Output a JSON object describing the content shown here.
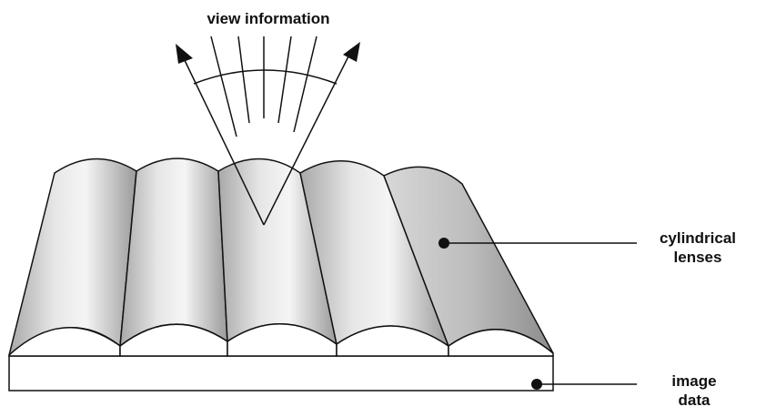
{
  "labels": {
    "view_information": "view information",
    "cylindrical_lenses": [
      "cylindrical",
      "lenses"
    ],
    "image_data": [
      "image",
      "data"
    ]
  },
  "colors": {
    "stroke": "#111111",
    "lens_shade_dark": "#9a9a9a",
    "lens_shade_light": "#f4f4f4",
    "background": "#ffffff"
  }
}
